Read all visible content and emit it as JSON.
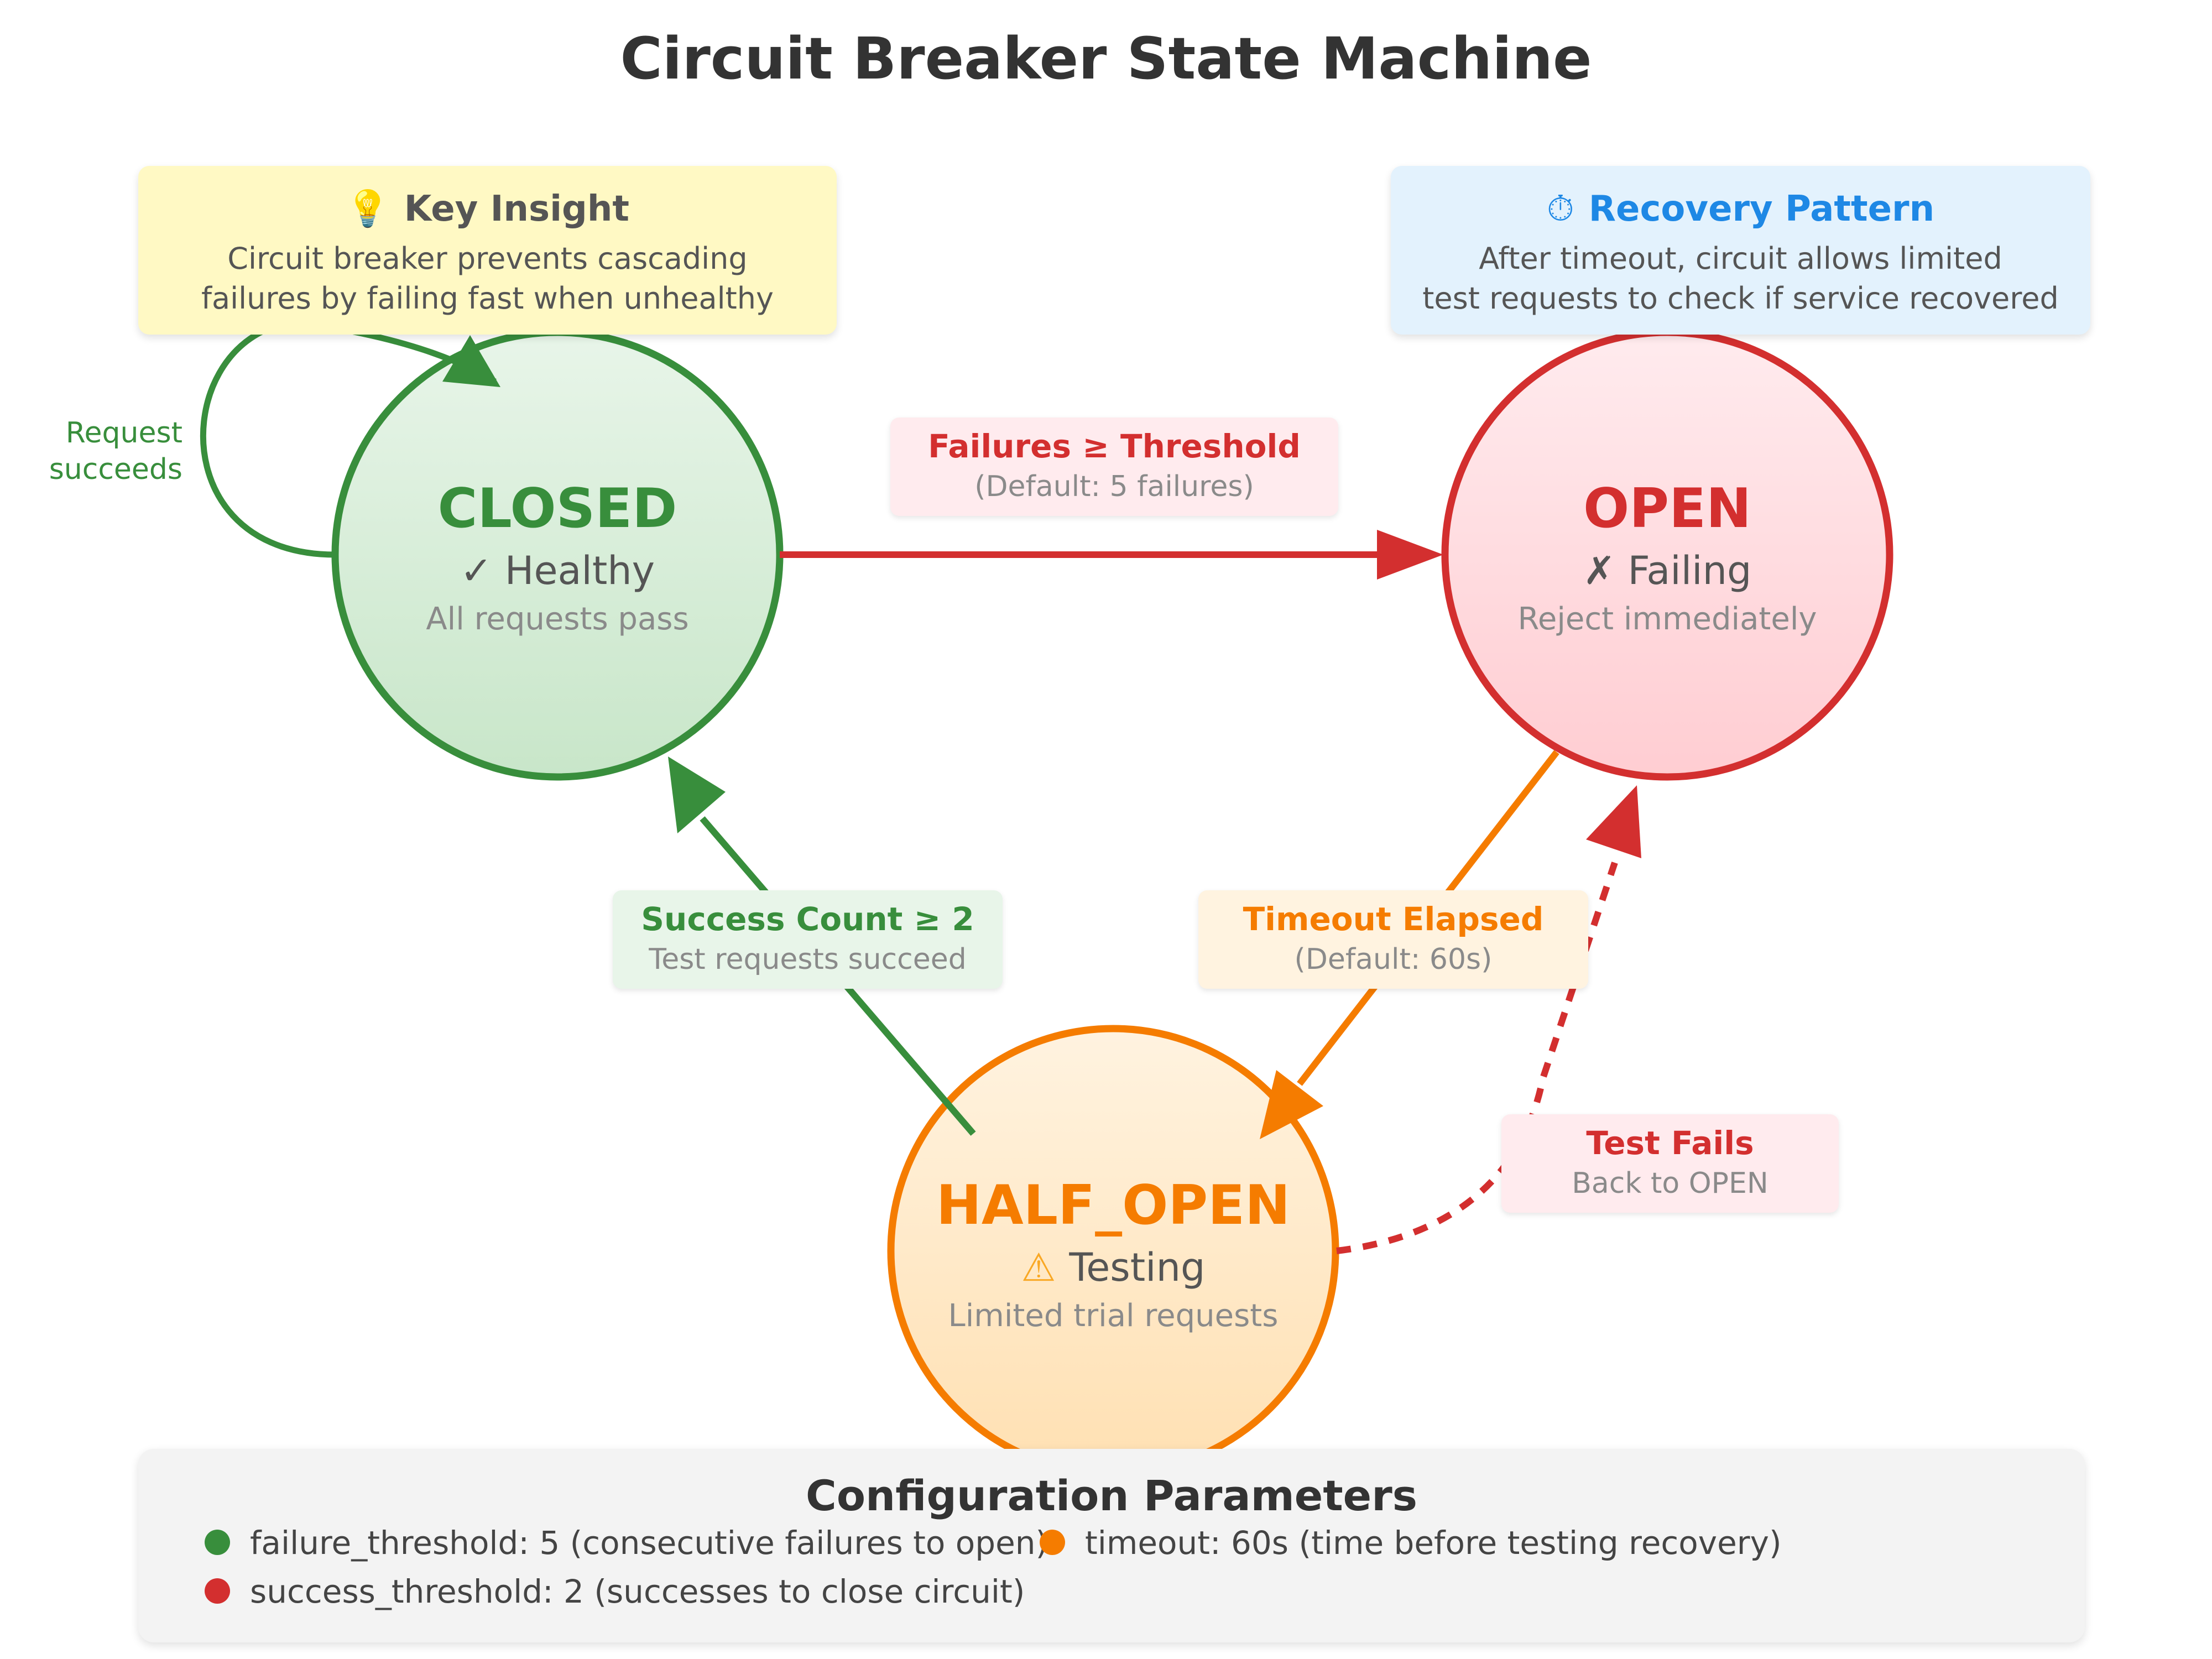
{
  "title": "Circuit Breaker State Machine",
  "colors": {
    "green": "#388e3c",
    "red": "#d32f2f",
    "orange": "#f57c00",
    "blue": "#1e88e5"
  },
  "notes": {
    "insight": {
      "icon": "lightbulb-icon",
      "emoji": "💡",
      "title": "Key Insight",
      "line1": "Circuit breaker prevents cascading",
      "line2": "failures by failing fast when unhealthy"
    },
    "recovery": {
      "icon": "stopwatch-icon",
      "emoji": "⏱",
      "title": "Recovery Pattern",
      "line1": "After timeout, circuit allows limited",
      "line2": "test requests to check if service recovered"
    }
  },
  "states": {
    "closed": {
      "name": "CLOSED",
      "status": "✓ Healthy",
      "description": "All requests pass"
    },
    "open": {
      "name": "OPEN",
      "status": "✗ Failing",
      "description": "Reject immediately"
    },
    "half_open": {
      "name": "HALF_OPEN",
      "status_icon": "warning-icon",
      "status_emoji": "⚠",
      "status": "Testing",
      "description": "Limited trial requests"
    }
  },
  "transitions": {
    "self_loop": {
      "line1": "Request",
      "line2": "succeeds"
    },
    "closed_to_open": {
      "title": "Failures ≥ Threshold",
      "subtitle": "(Default: 5 failures)"
    },
    "half_open_to_closed": {
      "title": "Success Count ≥ 2",
      "subtitle": "Test requests succeed"
    },
    "open_to_half_open": {
      "title": "Timeout Elapsed",
      "subtitle": "(Default: 60s)"
    },
    "half_open_to_open": {
      "title": "Test Fails",
      "subtitle": "Back to OPEN"
    }
  },
  "config": {
    "title": "Configuration Parameters",
    "items": [
      {
        "color": "#388e3c",
        "text": "failure_threshold: 5 (consecutive failures to open)"
      },
      {
        "color": "#f57c00",
        "text": "timeout: 60s (time before testing recovery)"
      },
      {
        "color": "#d32f2f",
        "text": "success_threshold: 2 (successes to close circuit)"
      }
    ]
  }
}
